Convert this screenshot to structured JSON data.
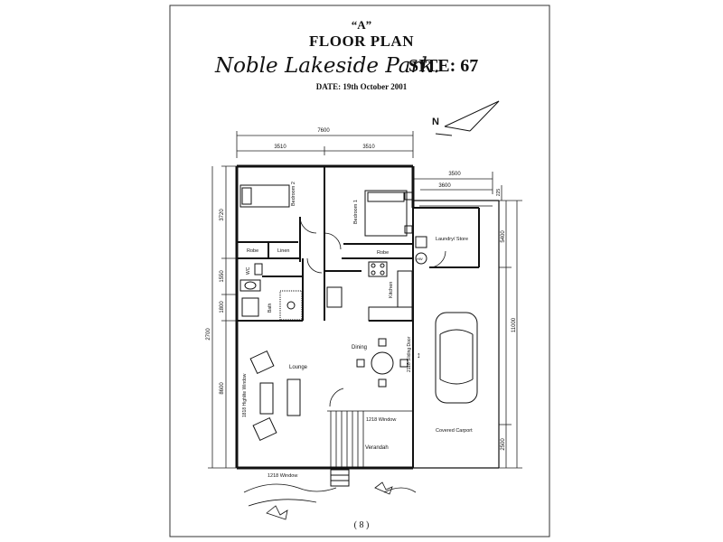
{
  "header": {
    "plan_letter": "“A”",
    "title": "FLOOR PLAN",
    "park_name": "Noble Lakeside Park.",
    "site_label": "SITE: 67",
    "date_label": "DATE: 19th October 2001"
  },
  "north_label": "N",
  "dimensions": {
    "overall_width": "7600",
    "left_width": "3510",
    "right_width": "3510",
    "carport_width": "3500",
    "carport_inner": "3600",
    "left_1": "3720",
    "left_2": "1550",
    "left_3": "1800",
    "left_4": "2700",
    "left_5": "8600",
    "right_total": "11000",
    "carport_1": "5400",
    "carport_2": "2500",
    "right_small": "225"
  },
  "rooms": {
    "bedroom2": "Bedroom 2",
    "bedroom1": "Bedroom 1",
    "laundry": "Laundry/ Store",
    "robe_left": "Robe",
    "linen": "Linen",
    "robe_right": "Robe",
    "hw": "HW",
    "wc": "WC",
    "bath": "Bath",
    "kitchen": "Kitchen",
    "dining": "Dining",
    "lounge": "Lounge",
    "verandah": "Verandah",
    "carport": "Covered Carport",
    "window_1": "1218 Window",
    "window_2": "1218 Window",
    "highlite": "1818 Highlite Window",
    "sliding_door": "2118 Sliding Door"
  },
  "page_number": "( 8 )"
}
